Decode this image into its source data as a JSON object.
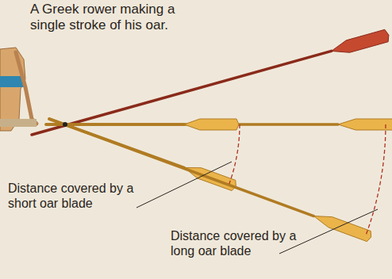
{
  "diagram": {
    "caption": "A Greek rower making a single stroke of his oar.",
    "labels": [
      "Distance covered by a short oar blade",
      "Distance covered by a long oar blade"
    ]
  }
}
